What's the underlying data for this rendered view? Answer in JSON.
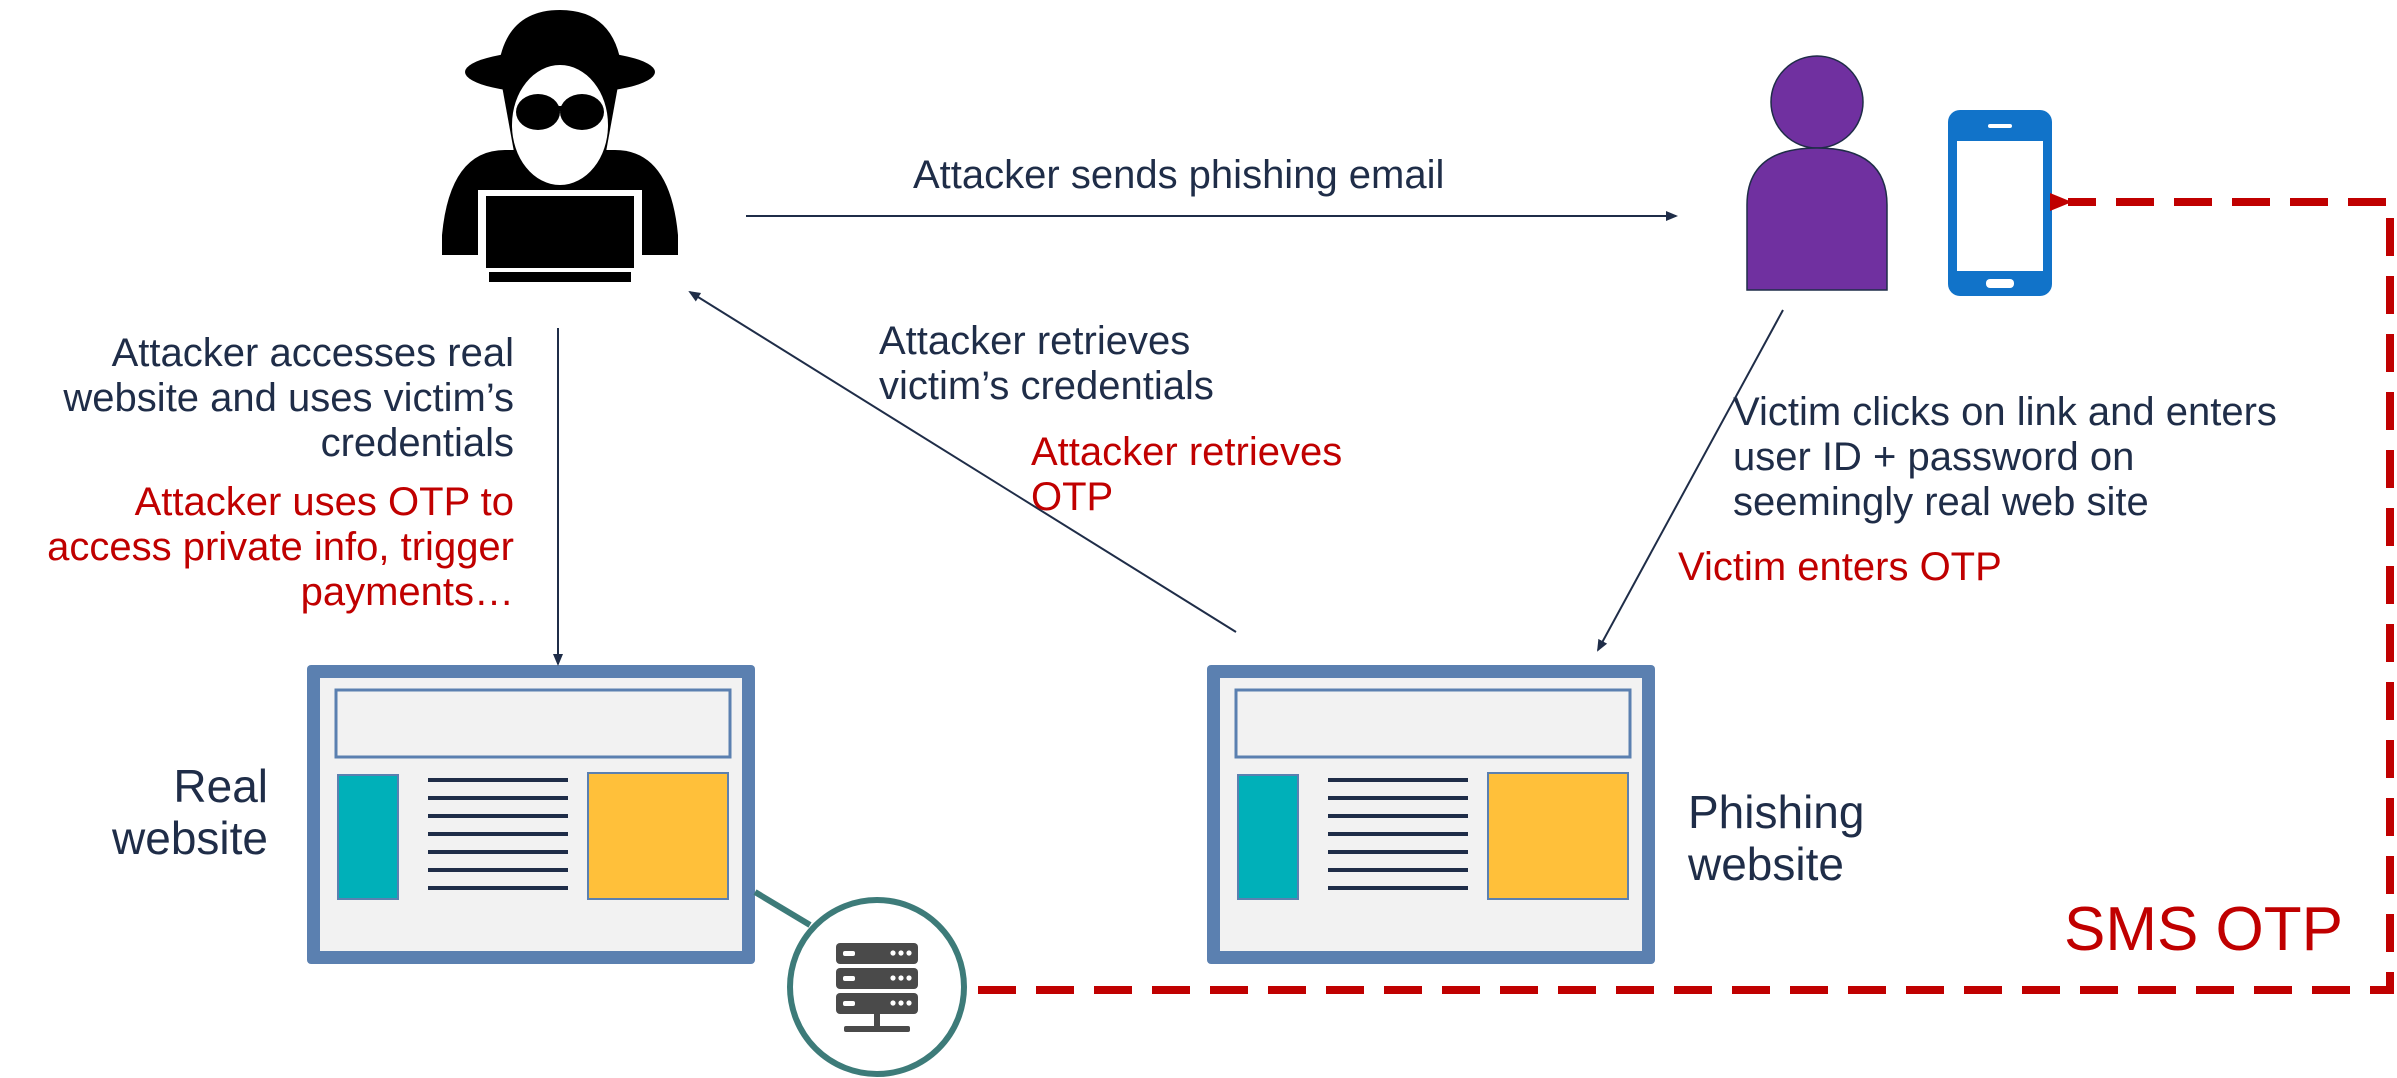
{
  "colors": {
    "navy": "#1f2d48",
    "red": "#c00000",
    "purple": "#7030a0",
    "phone_blue": "#1173c9",
    "browser_blue": "#5b80b0",
    "panel_gray": "#f2f2f2",
    "teal": "#00b0b9",
    "orange": "#ffc03a",
    "server_teal": "#3d7b79",
    "server_gray": "#4a4a4a"
  },
  "icons": {
    "attacker": "hacker-with-laptop-icon",
    "victim": "person-icon",
    "phone": "smartphone-icon",
    "server": "server-rack-icon",
    "real_site": "browser-window-icon",
    "phishing_site": "browser-window-icon"
  },
  "labels": {
    "sends_email": "Attacker sends phishing email",
    "accesses_real": "Attacker accesses real\nwebsite and uses victim’s\ncredentials",
    "uses_otp": "Attacker uses OTP to\naccess private info, trigger\npayments…",
    "retrieves_credentials": "Attacker retrieves\nvictim’s credentials",
    "retrieves_otp": "Attacker retrieves\nOTP",
    "victim_clicks": "Victim clicks on link and enters\nuser ID + password on\nseemingly real web site",
    "victim_enters_otp": "Victim enters OTP",
    "real_website": "Real\nwebsite",
    "phishing_website": "Phishing\nwebsite",
    "sms_otp": "SMS OTP"
  }
}
